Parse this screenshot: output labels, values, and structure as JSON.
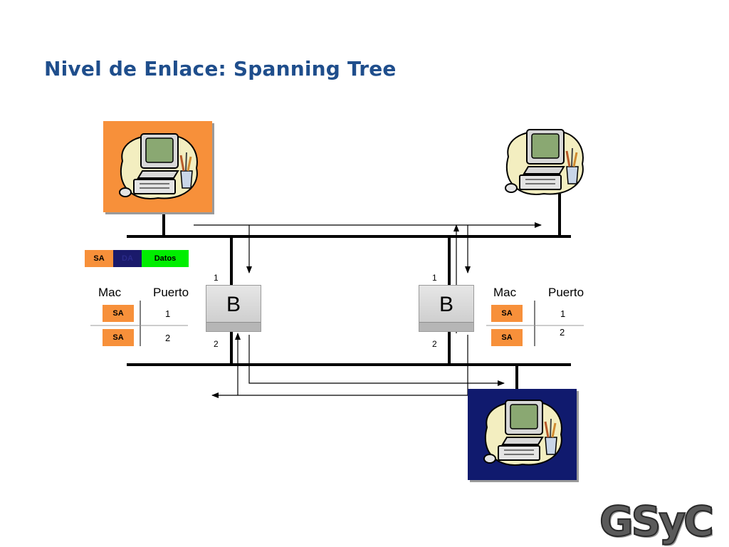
{
  "title": "Nivel de Enlace: Spanning Tree",
  "packet": {
    "src": "SA",
    "dst": "DA",
    "payload": "Datos"
  },
  "bridges": [
    {
      "label": "B",
      "port_top": "1",
      "port_bottom": "2"
    },
    {
      "label": "B",
      "port_top": "1",
      "port_bottom": "2"
    }
  ],
  "tables": [
    {
      "header_mac": "Mac",
      "header_port": "Puerto",
      "rows": [
        {
          "mac": "SA",
          "port": "1"
        },
        {
          "mac": "SA",
          "port": "2"
        }
      ]
    },
    {
      "header_mac": "Mac",
      "header_port": "Puerto",
      "rows": [
        {
          "mac": "SA",
          "port": "1"
        },
        {
          "mac": "SA",
          "port": "2"
        }
      ]
    }
  ],
  "logo": "GSyC",
  "colors": {
    "title": "#1f4e8c",
    "sa": "#f7903a",
    "da": "#1a1a6b",
    "datos": "#00ee00",
    "host_orange": "#f7903a",
    "host_navy": "#101a6e"
  }
}
